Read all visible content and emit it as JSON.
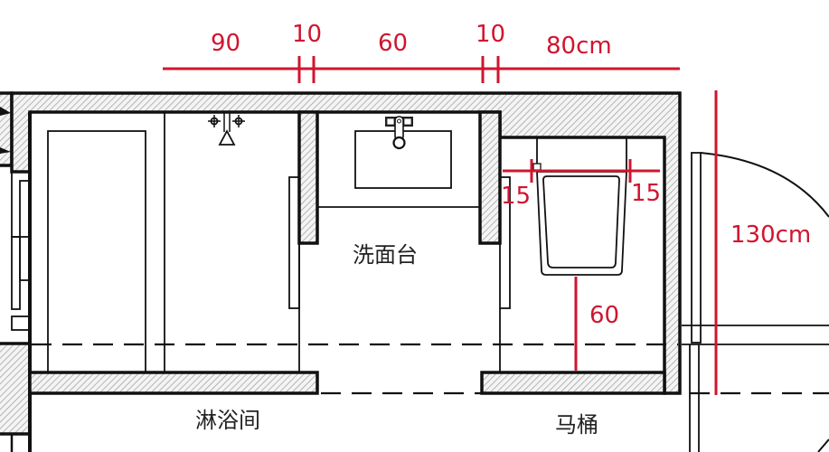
{
  "dimensions": {
    "top": {
      "shower_width": "90",
      "partition_1": "10",
      "vanity_width": "60",
      "partition_2": "10",
      "toilet_width": "80cm"
    },
    "toilet_side_left": "15",
    "toilet_side_right": "15",
    "toilet_front_clearance": "60",
    "depth": "130cm"
  },
  "rooms": {
    "shower": "淋浴间",
    "vanity": "洗面台",
    "toilet": "马桶"
  },
  "colors": {
    "dimension_red": "#d0152f",
    "line_black": "#111111",
    "hatch_gray": "#bdbdbd"
  },
  "fixtures": {
    "shower": "shower-head-with-two-valves",
    "vanity": "rectangular-sink-with-faucet",
    "toilet": "wall-hung-toilet"
  }
}
